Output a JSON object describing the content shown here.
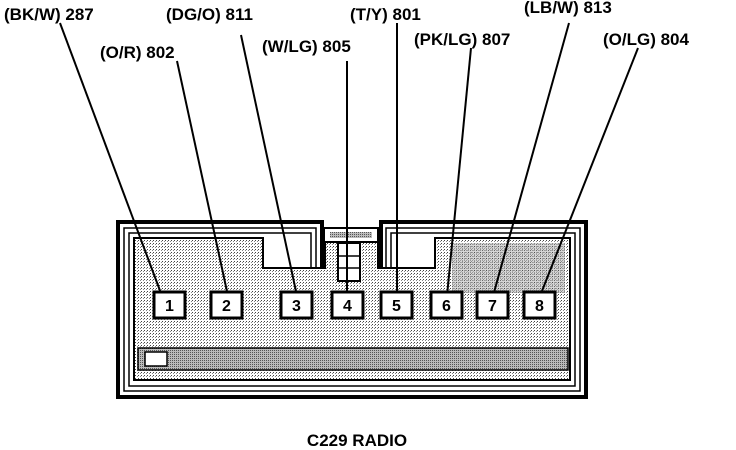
{
  "diagram": {
    "title": "C229 RADIO",
    "wires": [
      {
        "pin": "1",
        "label": "(BK/W) 287"
      },
      {
        "pin": "2",
        "label": "(O/R) 802"
      },
      {
        "pin": "3",
        "label": "(DG/O) 811"
      },
      {
        "pin": "4",
        "label": "(W/LG) 805"
      },
      {
        "pin": "5",
        "label": "(T/Y) 801"
      },
      {
        "pin": "6",
        "label": "(PK/LG) 807"
      },
      {
        "pin": "7",
        "label": "(LB/W) 813"
      },
      {
        "pin": "8",
        "label": "(O/LG) 804"
      }
    ]
  }
}
